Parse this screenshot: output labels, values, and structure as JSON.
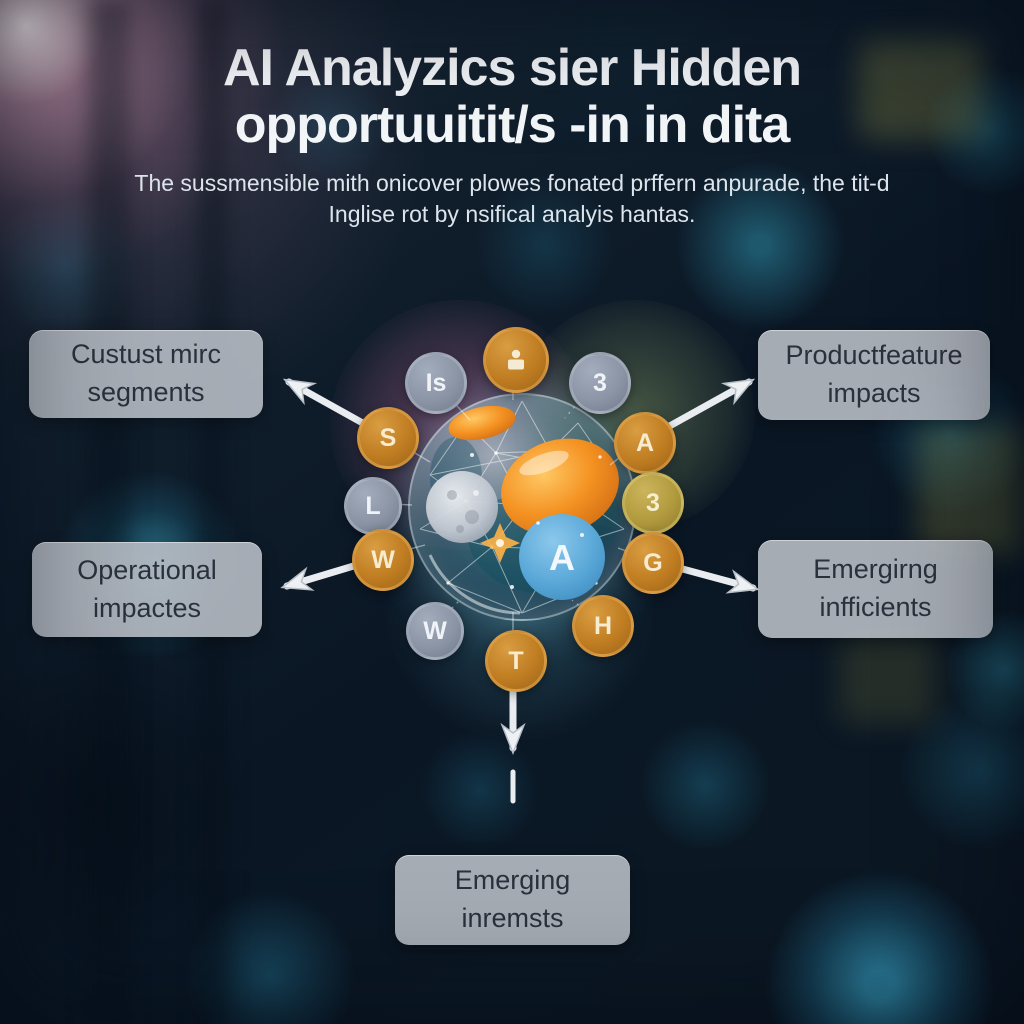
{
  "title": {
    "line1": "AI Analyzics sier Hidden",
    "line2": "opportuuitit/s -in in dita"
  },
  "subtitle": {
    "line1": "The sussmensible mith onicover plowes fonated prffern anpurade, the tit-d",
    "line2": "Inglise rot by nsifical analyis hantas."
  },
  "boxes": {
    "top_left": {
      "line1": "Custust mirc",
      "line2": "segments"
    },
    "top_right": {
      "line1": "Productfeature",
      "line2": "impacts"
    },
    "bottom_left": {
      "line1": "Operational",
      "line2": "impactes"
    },
    "bottom_right": {
      "line1": "Emergirng",
      "line2": "infficients"
    },
    "bottom_center": {
      "line1": "Emerging",
      "line2": "inremsts"
    }
  },
  "hub": {
    "center_label": "A",
    "description": "glassy-network-globe",
    "top_icon": "person-board-icon"
  },
  "nodes": [
    {
      "label": "",
      "icon": "person-board-icon",
      "color": "orange"
    },
    {
      "label": "Is",
      "color": "slate"
    },
    {
      "label": "3",
      "color": "slate"
    },
    {
      "label": "S",
      "color": "orange"
    },
    {
      "label": "A",
      "color": "orange"
    },
    {
      "label": "L",
      "color": "slate"
    },
    {
      "label": "3",
      "color": "gold"
    },
    {
      "label": "W",
      "color": "orange"
    },
    {
      "label": "G",
      "color": "orange"
    },
    {
      "label": "W",
      "color": "slate"
    },
    {
      "label": "H",
      "color": "orange"
    },
    {
      "label": "T",
      "color": "orange"
    }
  ],
  "colors": {
    "background": "#0c1826",
    "box_bg": "#b7bcc4",
    "box_text": "#2b313c",
    "title_text": "#f4f7fa",
    "node_orange": "#c07d22",
    "node_slate": "#8b95a6",
    "node_gold": "#b29a3e",
    "hub_blue": "#58a8d8",
    "hub_orange": "#f08c1e",
    "arrow": "#e9edf1",
    "flare_pink": "#ecaac4",
    "bokeh_teal": "#2d9dc1"
  }
}
